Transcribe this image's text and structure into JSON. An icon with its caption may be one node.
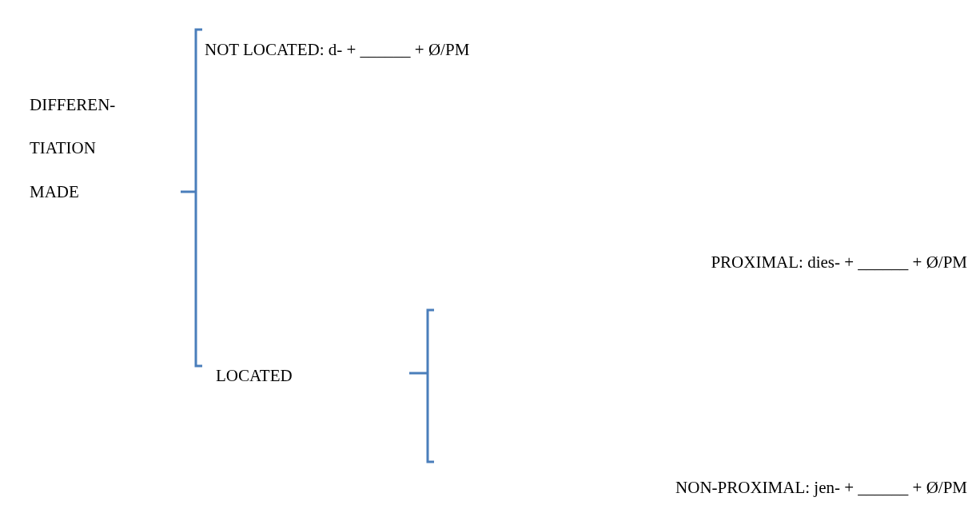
{
  "diagram": {
    "labels": [
      "NOT LOCATED: d- + ______ + Ø/PM",
      "DIFFEREN-",
      "TIATION",
      "MADE",
      "PROXIMAL: dies- + ______ + Ø/PM",
      "LOCATED",
      "NON-PROXIMAL: jen- + ______ + Ø/PM"
    ]
  }
}
